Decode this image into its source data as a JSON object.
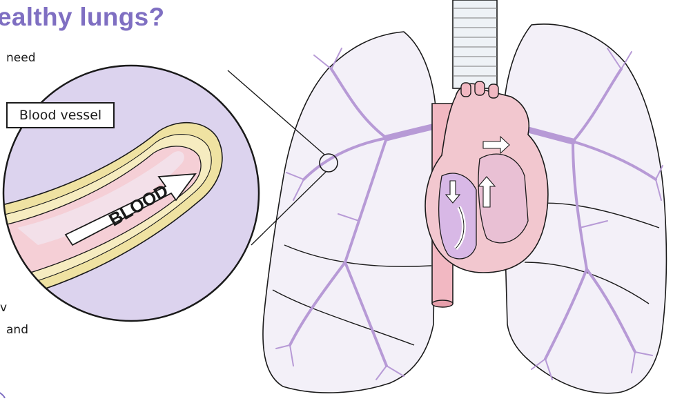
{
  "heading": {
    "text": "ealthy lungs?",
    "color": "#7f6fc2"
  },
  "text_fragments": {
    "line1": "need",
    "line2": "v",
    "line3": "and"
  },
  "inset": {
    "label": "Blood vessel",
    "arrow_text": "BLOOD"
  },
  "colors": {
    "lung_fill": "#f3f0f8",
    "airway": "#b79ad6",
    "heart": "#f2c7cf",
    "vessel_wall": "#efe2a2",
    "ink": "#1a1a1a"
  }
}
